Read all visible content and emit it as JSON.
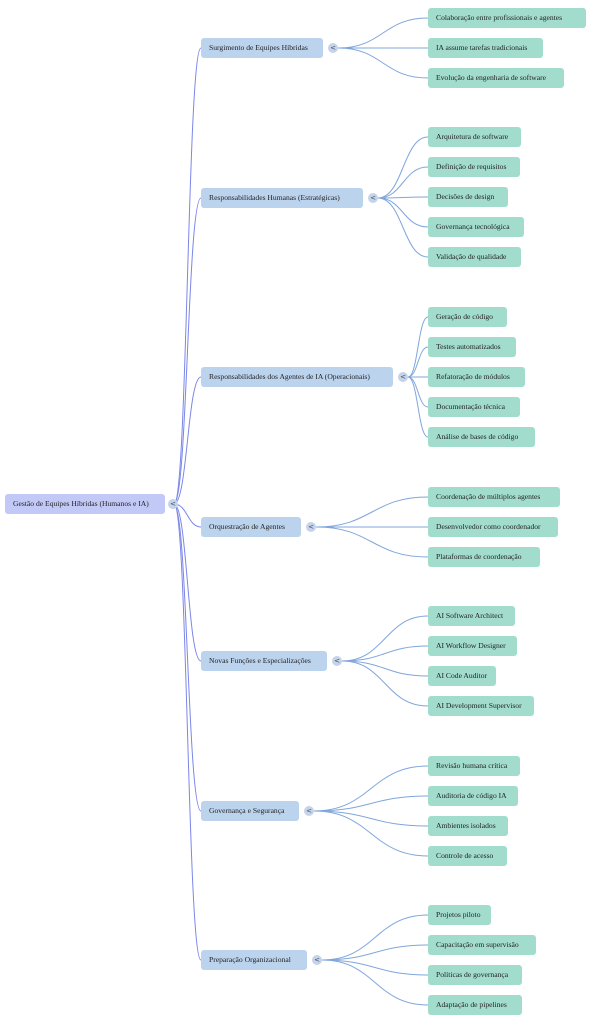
{
  "mindmap": {
    "root": {
      "label": "Gestão de Equipes Híbridas (Humanos e IA)",
      "toggle_icon": "<"
    },
    "branches": [
      {
        "label": "Surgimento de Equipes Híbridas",
        "toggle_icon": "<",
        "children": [
          "Colaboração entre profissionais e agentes",
          "IA assume tarefas tradicionais",
          "Evolução da engenharia de software"
        ]
      },
      {
        "label": "Responsabilidades Humanas (Estratégicas)",
        "toggle_icon": "<",
        "children": [
          "Arquitetura de software",
          "Definição de requisitos",
          "Decisões de design",
          "Governança tecnológica",
          "Validação de qualidade"
        ]
      },
      {
        "label": "Responsabilidades dos Agentes de IA (Operacionais)",
        "toggle_icon": "<",
        "children": [
          "Geração de código",
          "Testes automatizados",
          "Refatoração de módulos",
          "Documentação técnica",
          "Análise de bases de código"
        ]
      },
      {
        "label": "Orquestração de Agentes",
        "toggle_icon": "<",
        "children": [
          "Coordenação de múltiplos agentes",
          "Desenvolvedor como coordenador",
          "Plataformas de coordenação"
        ]
      },
      {
        "label": "Novas Funções e Especializações",
        "toggle_icon": "<",
        "children": [
          "AI Software Architect",
          "AI Workflow Designer",
          "AI Code Auditor",
          "AI Development Supervisor"
        ]
      },
      {
        "label": "Governança e Segurança",
        "toggle_icon": "<",
        "children": [
          "Revisão humana crítica",
          "Auditoria de código IA",
          "Ambientes isolados",
          "Controle de acesso"
        ]
      },
      {
        "label": "Preparação Organizacional",
        "toggle_icon": "<",
        "children": [
          "Projetos piloto",
          "Capacitação em supervisão",
          "Políticas de governança",
          "Adaptação de pipelines"
        ]
      }
    ],
    "colors": {
      "root_fill": "#c3c9f7",
      "branch_fill": "#bcd3ee",
      "leaf_fill": "#a2dccd",
      "root_link": "#7b86e8",
      "branch_link": "#7fa6dc"
    }
  }
}
